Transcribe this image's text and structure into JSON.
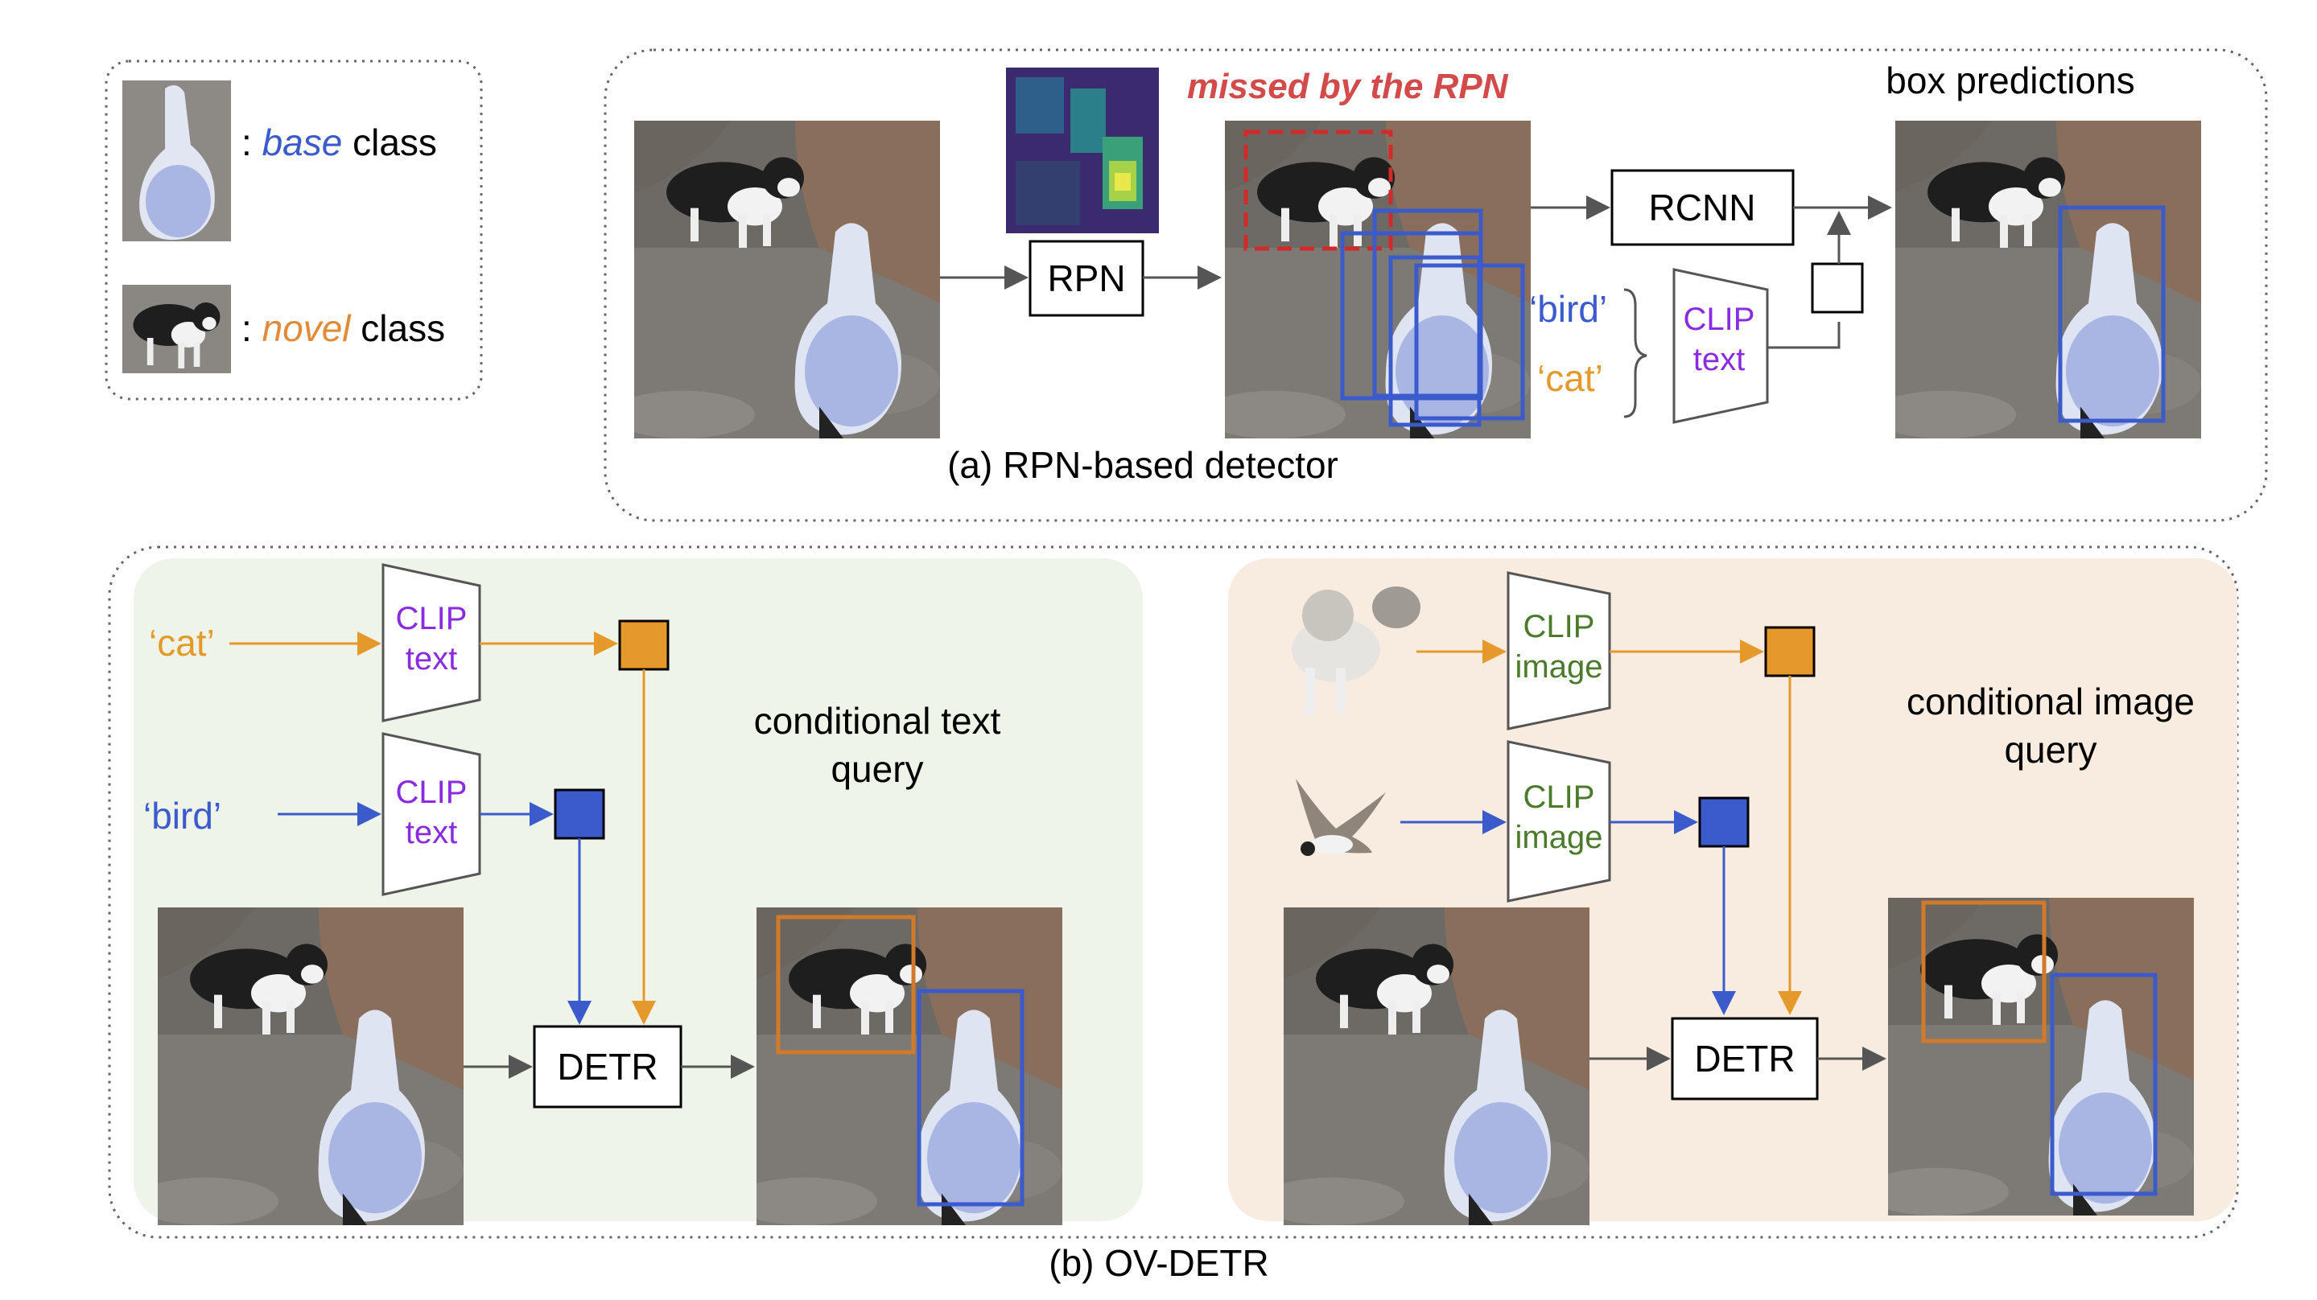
{
  "legend": {
    "base_word": "base",
    "base_rest": " class",
    "novel_word": "novel",
    "novel_rest": " class",
    "colon": ": "
  },
  "panel_a": {
    "missed_label": "missed by the RPN",
    "rpn_label": "RPN",
    "rcnn_label": "RCNN",
    "box_predictions": "box predictions",
    "bird_label": "‘bird’",
    "cat_label": "‘cat’",
    "clip_line1": "CLIP",
    "clip_line2": "text",
    "caption": "(a) RPN-based detector"
  },
  "panel_b": {
    "cat_label": "‘cat’",
    "bird_label": "‘bird’",
    "clip_text_line1": "CLIP",
    "clip_text_line2": "text",
    "clip_image_line1": "CLIP",
    "clip_image_line2": "image",
    "detr_label": "DETR",
    "cond_text_line1": "conditional text",
    "cond_text_line2": "query",
    "cond_image_line1": "conditional image",
    "cond_image_line2": "query",
    "caption": "(b) OV-DETR"
  },
  "colors": {
    "base_blue": "#3b5bcc",
    "novel_orange": "#e5992b",
    "clip_purple": "#8a2be2",
    "clip_image_green": "#4a7a2a",
    "missed_red": "#d24a4a",
    "text_panel_bg": "#eef4e8",
    "image_panel_bg": "#f8ece0"
  }
}
